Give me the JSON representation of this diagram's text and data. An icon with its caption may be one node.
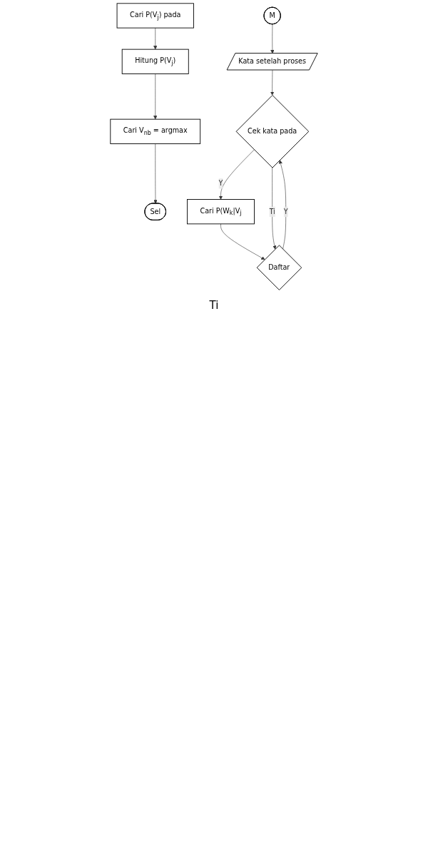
{
  "diagram": {
    "nodes": [
      {
        "text": [
          "M"
        ]
      },
      {
        "text": [
          "Kata setelah proses"
        ]
      },
      {
        "text": [
          "Cek kata pada"
        ]
      },
      {
        "text": [
          "Cari P(W$_{k}$|V$_{j}$"
        ]
      },
      {
        "text": [
          "Daftar"
        ]
      },
      {
        "text": [
          "Cari P(V$_{j}$) pada"
        ]
      },
      {
        "text": [
          "Hitung P(V$_{j}$)"
        ]
      },
      {
        "text": [
          "Cari V$_{nb}$ = argmax"
        ]
      },
      {
        "text": [
          "Sel"
        ]
      }
    ],
    "edges": [
      {
        "from": 0,
        "to": 1,
        "arrow": "to"
      },
      {
        "from": 1,
        "to": 2,
        "arrow": "to"
      },
      {
        "from": 2,
        "to": 3,
        "arrow": "to",
        "label": "Y"
      },
      {
        "from": 2,
        "to": 4,
        "arrow": "to",
        "label": "Ti"
      },
      {
        "from": 3,
        "to": 4,
        "arrow": "to"
      },
      {
        "from": 4,
        "to": 2,
        "arrow": "to",
        "label": "Y"
      },
      {
        "from": 5,
        "to": 6,
        "arrow": "to"
      },
      {
        "from": 6,
        "to": 7,
        "arrow": "to"
      },
      {
        "from": 7,
        "to": 8,
        "arrow": "to"
      }
    ],
    "labels": [
      "Ti"
    ]
  }
}
